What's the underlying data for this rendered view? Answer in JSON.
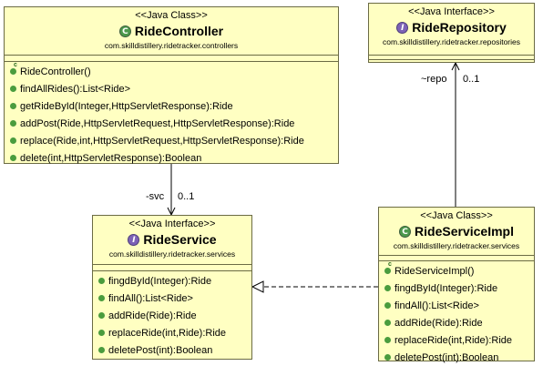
{
  "classes": {
    "ride_controller": {
      "stereotype": "<<Java Class>>",
      "name": "RideController",
      "package": "com.skilldistillery.ridetracker.controllers",
      "operations": [
        "RideController()",
        "findAllRides():List<Ride>",
        "getRideById(Integer,HttpServletResponse):Ride",
        "addPost(Ride,HttpServletRequest,HttpServletResponse):Ride",
        "replace(Ride,int,HttpServletRequest,HttpServletResponse):Ride",
        "delete(int,HttpServletResponse):Boolean"
      ]
    },
    "ride_repository": {
      "stereotype": "<<Java Interface>>",
      "name": "RideRepository",
      "package": "com.skilldistillery.ridetracker.repositories",
      "operations": []
    },
    "ride_service": {
      "stereotype": "<<Java Interface>>",
      "name": "RideService",
      "package": "com.skilldistillery.ridetracker.services",
      "operations": [
        "fingdById(Integer):Ride",
        "findAll():List<Ride>",
        "addRide(Ride):Ride",
        "replaceRide(int,Ride):Ride",
        "deletePost(int):Boolean"
      ]
    },
    "ride_service_impl": {
      "stereotype": "<<Java Class>>",
      "name": "RideServiceImpl",
      "package": "com.skilldistillery.ridetracker.services",
      "operations": [
        "RideServiceImpl()",
        "fingdById(Integer):Ride",
        "findAll():List<Ride>",
        "addRide(Ride):Ride",
        "replaceRide(int,Ride):Ride",
        "deletePost(int):Boolean"
      ]
    }
  },
  "associations": {
    "svc": {
      "role": "-svc",
      "multiplicity": "0..1"
    },
    "repo": {
      "role": "~repo",
      "multiplicity": "0..1"
    }
  },
  "icons": {
    "class_badge": "class-icon",
    "interface_badge": "interface-icon",
    "operation": "public-method-icon"
  },
  "colors": {
    "box_fill": "#ffffc2",
    "box_border": "#6b6b44",
    "class_badge": "#4c9a4c",
    "interface_badge": "#7d62b6",
    "method_dot": "#4a9c3e"
  }
}
